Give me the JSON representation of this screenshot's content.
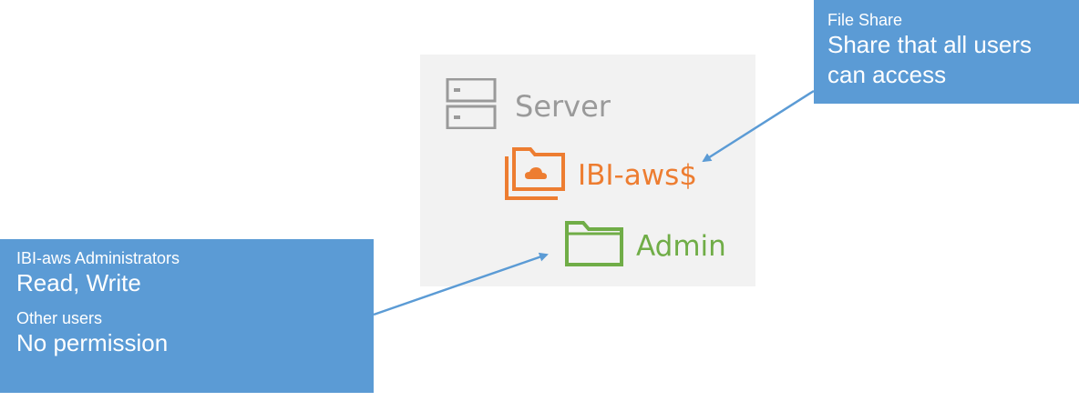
{
  "diagram": {
    "server": {
      "label": "Server",
      "icon": "server-icon",
      "color": "#9a9a9a"
    },
    "share": {
      "label": "IBI-aws$",
      "icon": "cloud-folder-icon",
      "color": "#ed7d31"
    },
    "admin": {
      "label": "Admin",
      "icon": "folder-icon",
      "color": "#70ad47"
    }
  },
  "callouts": {
    "file_share": {
      "title": "File Share",
      "text": "Share that all users can access"
    },
    "permissions": {
      "group1_title": "IBI-aws Administrators",
      "group1_value": "Read, Write",
      "group2_title": "Other users",
      "group2_value": "No permission"
    }
  },
  "colors": {
    "callout_bg": "#5b9bd5",
    "server_box_bg": "#f2f2f2",
    "arrow": "#5b9bd5"
  }
}
